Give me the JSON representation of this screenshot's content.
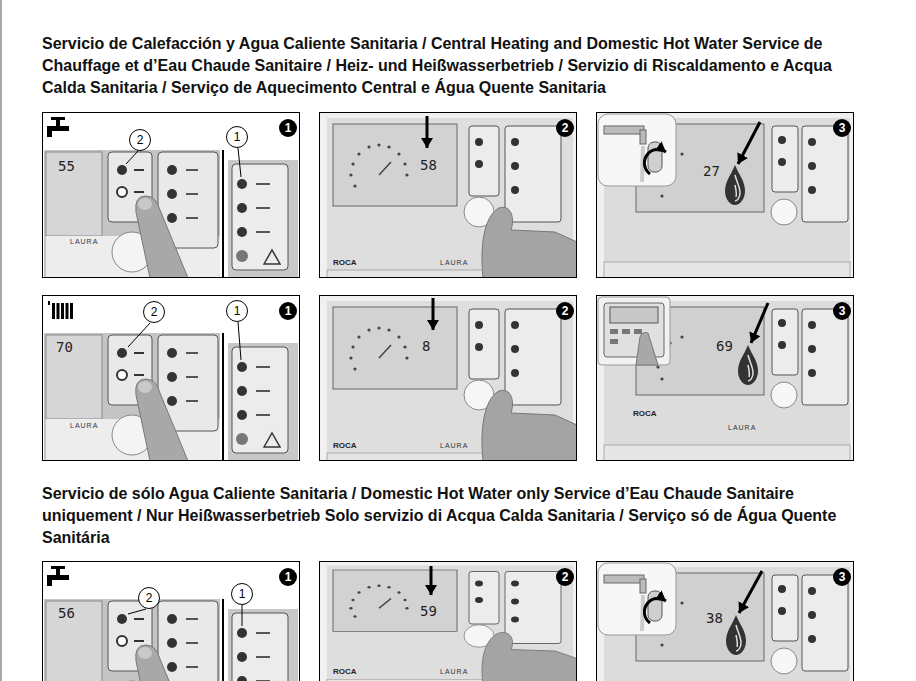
{
  "diagram": {
    "title": "Servicio de Calefacción y Agua Caliente Sanitaria / Central Heating and Domestic Hot Water Service de Chauffage et d’Eau Chaude Sanitaire / Heiz- und Heißwasserbetrieb / Servizio di Riscaldamento e Acqua Calda Sanitaria / Serviço de Aquecimento Central e Água Quente Sanitaria",
    "nodes": [
      {
        "text": [
          "1"
        ]
      },
      {
        "text": [
          "2"
        ],
        "in": 0
      },
      {
        "text": [
          "1"
        ],
        "in": 0
      },
      {
        "text": [
          "2"
        ]
      },
      {
        "text": [
          "3"
        ]
      },
      {
        "text": [
          "1"
        ]
      },
      {
        "text": [
          "2"
        ],
        "in": 5
      },
      {
        "text": [
          "1"
        ],
        "in": 5
      },
      {
        "text": [
          "2"
        ]
      },
      {
        "text": [
          "3"
        ]
      },
      {
        "text": [
          "1"
        ]
      },
      {
        "text": [
          "2"
        ],
        "in": 10
      },
      {
        "text": [
          "1"
        ],
        "in": 10
      },
      {
        "text": [
          "2"
        ]
      },
      {
        "text": [
          "3"
        ]
      }
    ],
    "labels": [
      "55",
      "LAURA",
      "58",
      "ROCA",
      "LAURA",
      "27",
      "70",
      "LAURA",
      "8",
      "ROCA",
      "LAURA",
      "69",
      "ROCA",
      "LAURA",
      "Servicio de sólo Agua Caliente Sanitaria / Domestic Hot Water only Service d’Eau Chaude Sanitaire uniquement / Nur Heißwasserbetrieb Solo servizio di Acqua Calda Sanitaria / Serviço só de Água Quente Sanitária",
      "56",
      "59",
      "ROCA",
      "LAURA",
      "38"
    ]
  }
}
